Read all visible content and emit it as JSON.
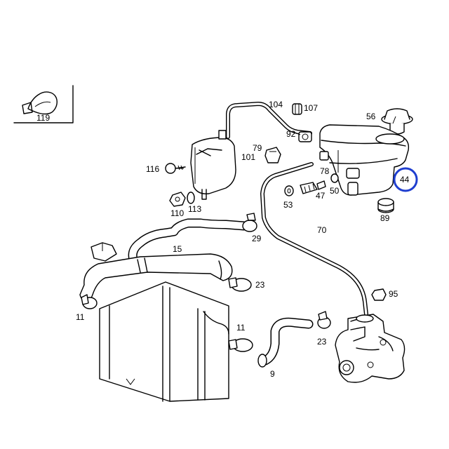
{
  "diagram": {
    "highlight_color": "#1f3ecf",
    "line_color": "#000000",
    "labels": {
      "p119": "119",
      "p104": "104",
      "p107": "107",
      "p56": "56",
      "p92": "92",
      "p79": "79",
      "p101": "101",
      "p78": "78",
      "p116": "116",
      "p44": "44",
      "p53": "53",
      "p47": "47",
      "p50": "50",
      "p110": "110",
      "p113": "113",
      "p89": "89",
      "p70": "70",
      "p29": "29",
      "p15": "15",
      "p23a": "23",
      "p95": "95",
      "p11a": "11",
      "p11b": "11",
      "p23b": "23",
      "p9": "9"
    }
  }
}
